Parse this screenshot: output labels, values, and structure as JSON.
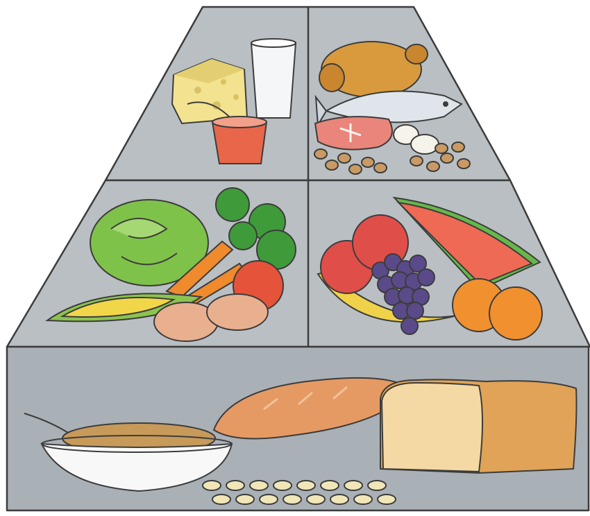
{
  "colors": {
    "background": "#ffffff",
    "pyramid_fill": "#b9bfc3",
    "pyramid_shade": "#a9b0b6",
    "outline": "#3c3c3c",
    "cheese": "#f3e28f",
    "milk": "#f4f6f7",
    "juice": "#e8664a",
    "chicken": "#d99a3e",
    "fish": "#dfe5ea",
    "steak": "#e9857a",
    "nut": "#c99a63",
    "egg": "#f6f4ea",
    "lettuce": "#7fc24a",
    "broccoli": "#3f9b3a",
    "carrot": "#ef8a2d",
    "corn": "#f2d64a",
    "husk": "#8cc34e",
    "tomato": "#e5533a",
    "potato": "#e9b08f",
    "watermelon": "#ee6a55",
    "rind": "#66b84a",
    "apple": "#e04e49",
    "grape": "#5b4a8a",
    "banana": "#f0d24a",
    "orange": "#f1902f",
    "baguette": "#e59a63",
    "bread_crust": "#e0a357",
    "bread_inside": "#f5d9a4",
    "bowl": "#f8f8f8",
    "cereal": "#c79a5a",
    "pasta": "#f1e6b8"
  },
  "groups": [
    {
      "name": "dairy",
      "tier": "top-left",
      "foods": [
        "cheese",
        "milk",
        "juice"
      ]
    },
    {
      "name": "protein",
      "tier": "top-right",
      "foods": [
        "chicken",
        "fish",
        "steak",
        "nuts",
        "eggs"
      ]
    },
    {
      "name": "vegetables",
      "tier": "middle-left",
      "foods": [
        "lettuce",
        "broccoli",
        "carrots",
        "corn",
        "tomato",
        "potatoes"
      ]
    },
    {
      "name": "fruits",
      "tier": "middle-right",
      "foods": [
        "watermelon",
        "apples",
        "grapes",
        "banana",
        "oranges"
      ]
    },
    {
      "name": "grains",
      "tier": "bottom",
      "foods": [
        "cereal",
        "baguette",
        "bread",
        "pasta"
      ]
    }
  ]
}
